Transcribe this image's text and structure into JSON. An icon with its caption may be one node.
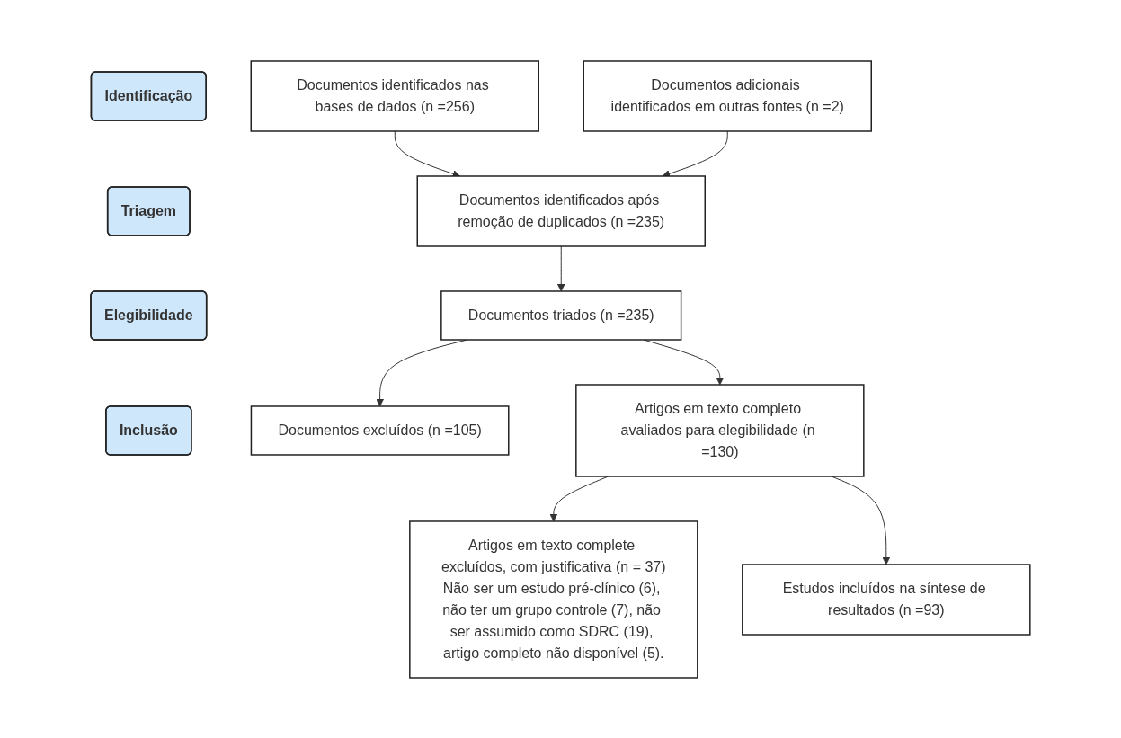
{
  "diagram": {
    "nodes": [
      {
        "text": [
          "Identificação"
        ]
      },
      {
        "text": [
          "Triagem"
        ]
      },
      {
        "text": [
          "Elegibilidade"
        ]
      },
      {
        "text": [
          "Inclusão"
        ]
      },
      {
        "text": [
          "Documentos identificados nas bases de dados (n =256)"
        ]
      },
      {
        "text": [
          "Documentos adicionais identificados em outras fontes (n =2)"
        ]
      },
      {
        "text": [
          "Documentos identificados após remoção de duplicados (n =235)"
        ]
      },
      {
        "text": [
          "Documentos triados (n =235)"
        ]
      },
      {
        "text": [
          "Documentos excluídos (n =105)"
        ]
      },
      {
        "text": [
          "Artigos em texto completo avaliados para elegibilidade (n =130)"
        ]
      },
      {
        "text": [
          "Artigos em texto complete excluídos, com justificativa (n = 37)",
          "Não ser um estudo pré-clínico (6), não ter um grupo controle (7), não ser assumido como SDRC (19), artigo completo não disponível (5)."
        ]
      },
      {
        "text": [
          "Estudos incluídos na síntese de resultados (n =93)"
        ]
      }
    ],
    "edges": [
      {
        "from": 4,
        "to": 6,
        "arrow": "to"
      },
      {
        "from": 5,
        "to": 6,
        "arrow": "to"
      },
      {
        "from": 6,
        "to": 7,
        "arrow": "to"
      },
      {
        "from": 7,
        "to": 8,
        "arrow": "to"
      },
      {
        "from": 7,
        "to": 9,
        "arrow": "to"
      },
      {
        "from": 9,
        "to": 10,
        "arrow": "to"
      },
      {
        "from": 9,
        "to": 11,
        "arrow": "to"
      }
    ]
  }
}
